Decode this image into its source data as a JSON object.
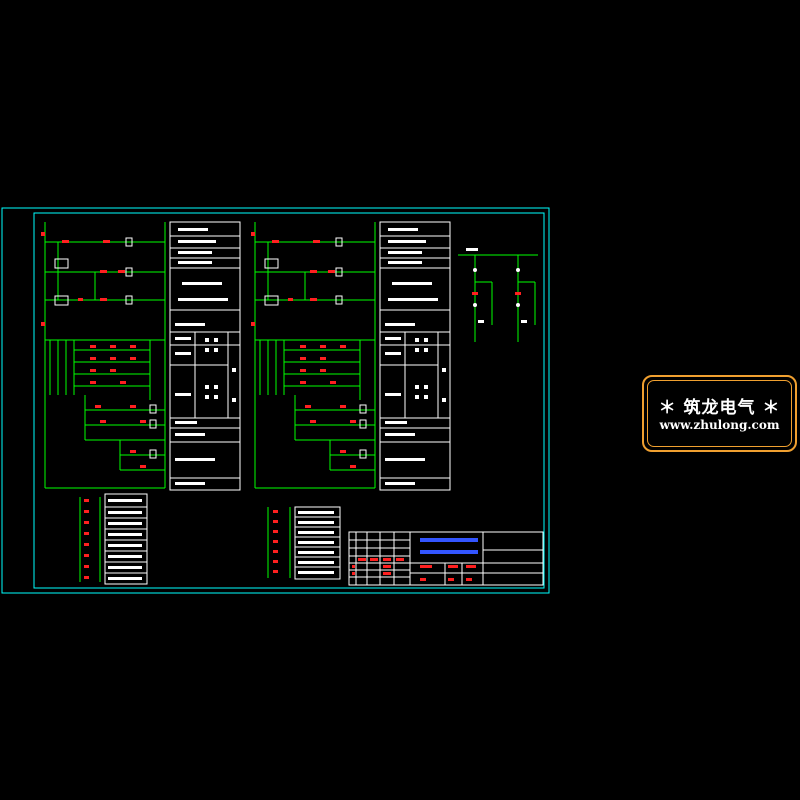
{
  "watermark": {
    "title": "＊ 筑龙电气 ＊",
    "url": "www.zhulong.com",
    "color": "#f0a030"
  },
  "colors": {
    "background": "#000000",
    "border": "#00ffff",
    "wire": "#00ff00",
    "device": "#ff2020",
    "label": "#ffffff",
    "title_text": "#3355ff"
  },
  "left_panel_rows": 16,
  "right_panel_rows": 16
}
